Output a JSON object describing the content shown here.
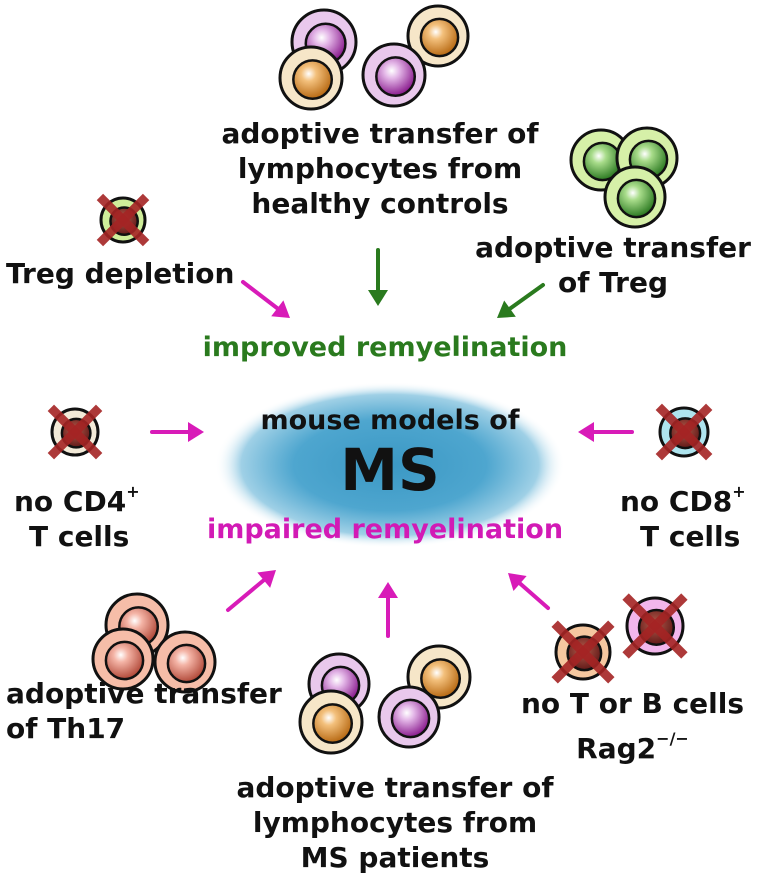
{
  "colors": {
    "improved": "#2a7a1e",
    "impaired": "#d21ab5",
    "arrow_green": "#2a7a1e",
    "arrow_magenta": "#d81bb8",
    "ellipse": "#3b98c4",
    "cross": "#a52424"
  },
  "center": {
    "title": "mouse models of",
    "abbr": "MS",
    "improved": "improved remyelination",
    "impaired": "impaired remyelination"
  },
  "labels": {
    "healthy": [
      "adoptive transfer of",
      "lymphocytes from",
      "healthy controls"
    ],
    "treg_transfer": [
      "adoptive transfer",
      "of Treg"
    ],
    "treg_depletion": "Treg depletion",
    "cd4": {
      "line1_main": "no CD4",
      "line1_sup": "+",
      "line2": "T cells"
    },
    "cd8": {
      "line1_main": "no CD8",
      "line1_sup": "+",
      "line2": "T cells"
    },
    "th17": [
      "adoptive transfer",
      "of Th17"
    ],
    "ms_patients": [
      "adoptive transfer of",
      "lymphocytes from",
      "MS patients"
    ],
    "rag": {
      "line1": "no T or B cells",
      "line2_main": "Rag2",
      "line2_sup": "−/−"
    }
  },
  "cell_icons": [
    "lymphocyte-cell-icon",
    "treg-cell-icon",
    "th17-cell-icon",
    "crossed-cell-icon"
  ]
}
